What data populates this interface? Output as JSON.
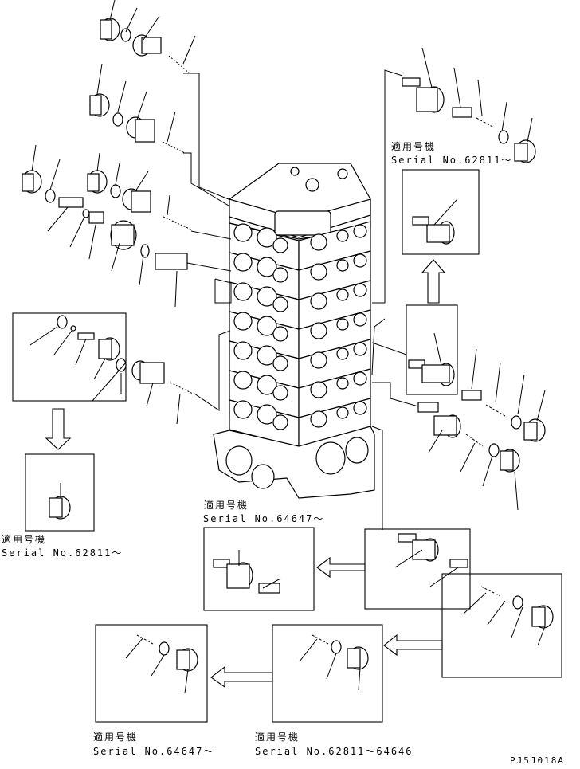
{
  "labels": {
    "heading_jp": "適用号機",
    "serial_62811": "Serial No.62811～",
    "serial_64647": "Serial No.64647～",
    "serial_62811_64646": "Serial No.62811～64646"
  },
  "drawing_code": "PJ5J018A"
}
